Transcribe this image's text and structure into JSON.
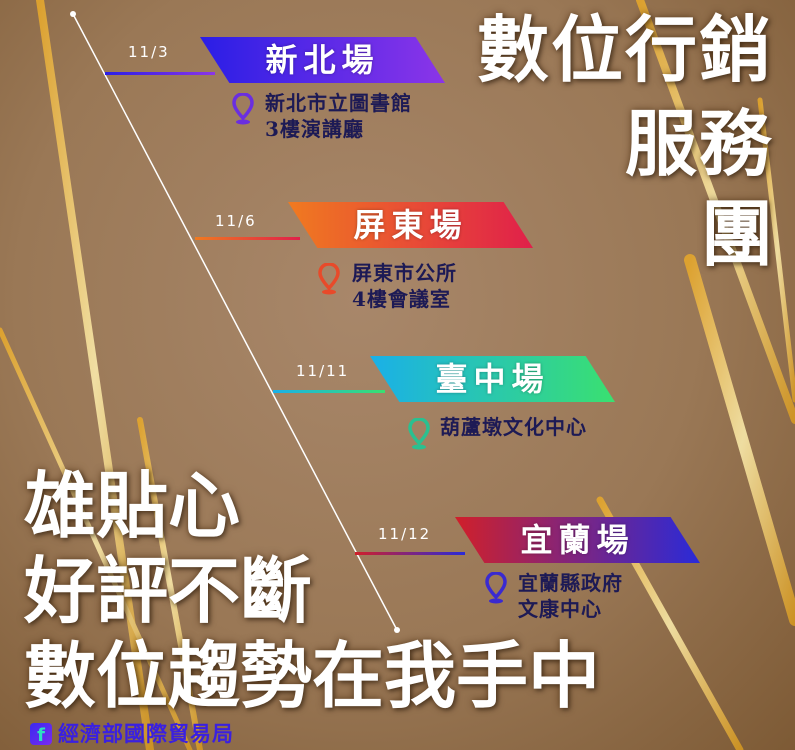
{
  "title_lines": [
    "數位行銷",
    "服務",
    "團"
  ],
  "slogan_lines": [
    "雄貼心",
    "好評不斷",
    "數位趨勢在我手中"
  ],
  "events": [
    {
      "date": "11/3",
      "name": "新北場",
      "venue_lines": [
        "新北市立圖書館",
        "3樓演講廳"
      ],
      "colors": [
        "#2a1ee6",
        "#8b35e8"
      ],
      "pin_color": "#6a2ee0"
    },
    {
      "date": "11/6",
      "name": "屏東場",
      "venue_lines": [
        "屏東市公所",
        "4樓會議室"
      ],
      "colors": [
        "#f07a20",
        "#e0204a"
      ],
      "pin_color": "#e84a2a"
    },
    {
      "date": "11/11",
      "name": "臺中場",
      "venue_lines": [
        "葫蘆墩文化中心"
      ],
      "colors": [
        "#1ab0e8",
        "#3ae070"
      ],
      "pin_color": "#2ac090"
    },
    {
      "date": "11/12",
      "name": "宜蘭場",
      "venue_lines": [
        "宜蘭縣政府",
        "文康中心"
      ],
      "colors": [
        "#d0202a",
        "#2a2ad8"
      ],
      "pin_color": "#3a2ad0"
    }
  ],
  "footer": {
    "icon": "facebook-icon",
    "label": "經濟部國際貿易局"
  }
}
